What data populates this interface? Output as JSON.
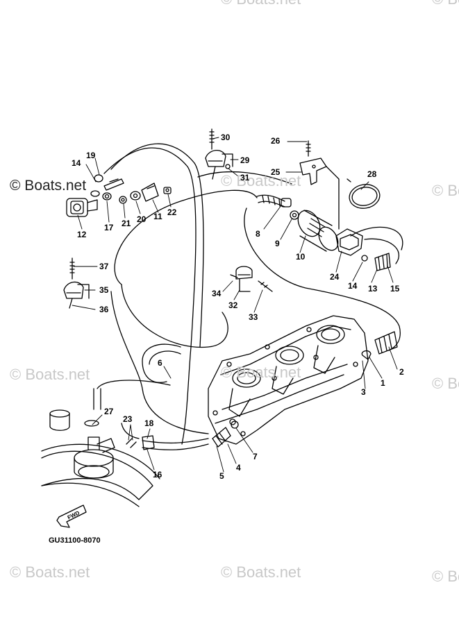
{
  "watermark": "© Boats.net",
  "watermark_prefix": "© Bo",
  "drawing_code": "GU31100-8070",
  "fwd_label": "FWD",
  "callouts": {
    "c1": "1",
    "c2": "2",
    "c3": "3",
    "c4": "4",
    "c5": "5",
    "c6": "6",
    "c7": "7",
    "c8": "8",
    "c9": "9",
    "c10": "10",
    "c11": "11",
    "c12": "12",
    "c13": "13",
    "c14a": "14",
    "c14b": "14",
    "c15": "15",
    "c16": "16",
    "c17": "17",
    "c18": "18",
    "c19": "19",
    "c20": "20",
    "c21": "21",
    "c22": "22",
    "c23": "23",
    "c24": "24",
    "c25": "25",
    "c26": "26",
    "c27": "27",
    "c28": "28",
    "c29": "29",
    "c30": "30",
    "c31": "31",
    "c32": "32",
    "c33": "33",
    "c34": "34",
    "c35": "35",
    "c36": "36",
    "c37": "37"
  }
}
